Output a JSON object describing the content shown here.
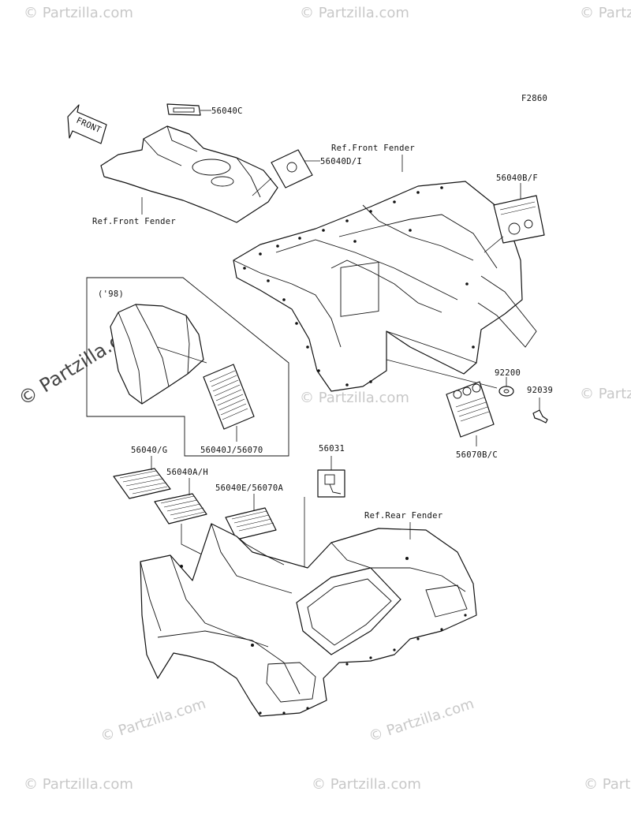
{
  "diagram_code": "F2860",
  "watermark": {
    "text": "© Partzilla.com",
    "color": "#c8c8c8"
  },
  "front_arrow_label": "FRONT",
  "year_note": "('98)",
  "part_labels": {
    "p56040C": "56040C",
    "p56040DI": "56040D/I",
    "ref_front_fender_left": "Ref.Front Fender",
    "ref_front_fender_top": "Ref.Front Fender",
    "p56040BF": "56040B/F",
    "p92200": "92200",
    "p92039": "92039",
    "p56070BC": "56070B/C",
    "p56040J56070": "56040J/56070",
    "p56040G": "56040/G",
    "p56040AH": "56040A/H",
    "p56031": "56031",
    "p56040E56070A": "56040E/56070A",
    "ref_rear_fender": "Ref.Rear Fender"
  },
  "colors": {
    "line": "#111111",
    "background": "#ffffff"
  }
}
